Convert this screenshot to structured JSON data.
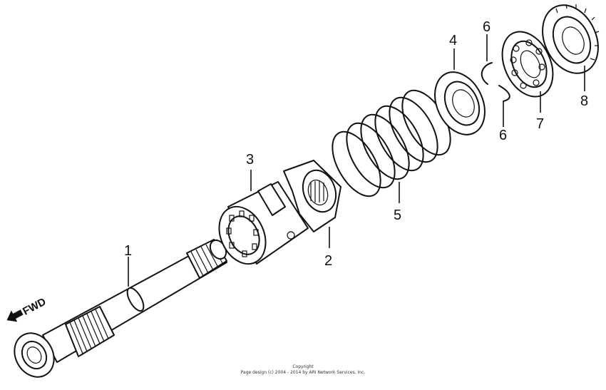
{
  "diagram": {
    "direction_indicator": {
      "text": "FWD"
    },
    "labels": [
      {
        "id": "1",
        "text": "1"
      },
      {
        "id": "2",
        "text": "2"
      },
      {
        "id": "3",
        "text": "3"
      },
      {
        "id": "4",
        "text": "4"
      },
      {
        "id": "5",
        "text": "5"
      },
      {
        "id": "6a",
        "text": "6"
      },
      {
        "id": "6b",
        "text": "6"
      },
      {
        "id": "7",
        "text": "7"
      },
      {
        "id": "8",
        "text": "8"
      }
    ]
  },
  "footer": {
    "line1": "Copyright",
    "line2": "Page design (c) 2004 - 2014 by ARI Network Services, Inc."
  }
}
